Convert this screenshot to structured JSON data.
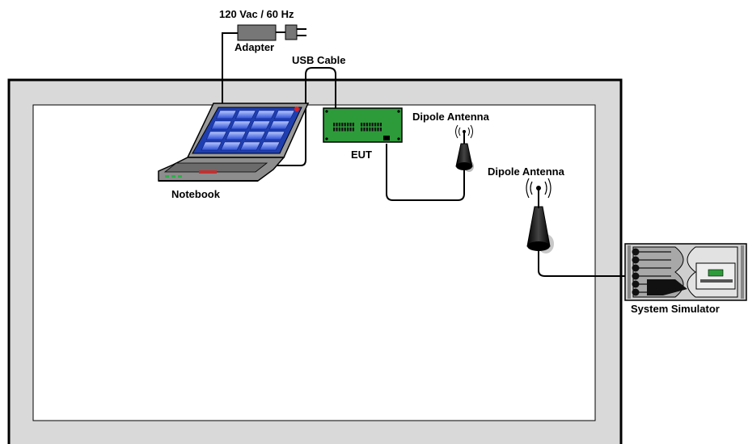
{
  "labels": {
    "power": "120 Vac / 60 Hz",
    "adapter": "Adapter",
    "usb_cable": "USB Cable",
    "dipole_antenna_1": "Dipole Antenna",
    "dipole_antenna_2": "Dipole Antenna",
    "eut": "EUT",
    "notebook": "Notebook",
    "system_simulator": "System Simulator"
  },
  "colors": {
    "chamber_outer": "#d9d9d9",
    "chamber_inner": "#ffffff",
    "eut_board": "#2e9b3a",
    "screen": "#1f3fb0",
    "screen_tile": "#4f73e8",
    "antenna": "#111111",
    "simulator": "#bdbdbd"
  },
  "icons": [
    "notebook-icon",
    "power-adapter-icon",
    "eut-board-icon",
    "dipole-antenna-icon",
    "system-simulator-icon"
  ]
}
